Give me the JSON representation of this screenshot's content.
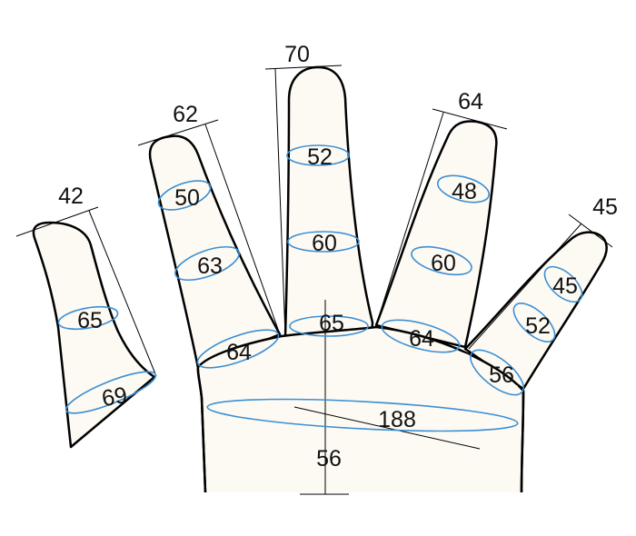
{
  "pinky": {
    "length": "42",
    "circ_mid": "65",
    "circ_base": "69"
  },
  "ring_finger": {
    "length": "62",
    "circ_top": "50",
    "circ_mid": "63",
    "circ_base": "64"
  },
  "middle_finger": {
    "length": "70",
    "circ_top": "52",
    "circ_mid": "60",
    "circ_base": "65"
  },
  "index_finger": {
    "length": "64",
    "circ_top": "48",
    "circ_mid": "60",
    "circ_base": "64"
  },
  "thumb": {
    "length": "45",
    "circ_top": "45",
    "circ_mid": "52",
    "circ_base": "56"
  },
  "palm": {
    "circumference": "188",
    "length": "56"
  },
  "colors": {
    "ring_stroke": "#3b8fd4",
    "skin_fill": "#fdfaf3",
    "outline": "#000000"
  }
}
